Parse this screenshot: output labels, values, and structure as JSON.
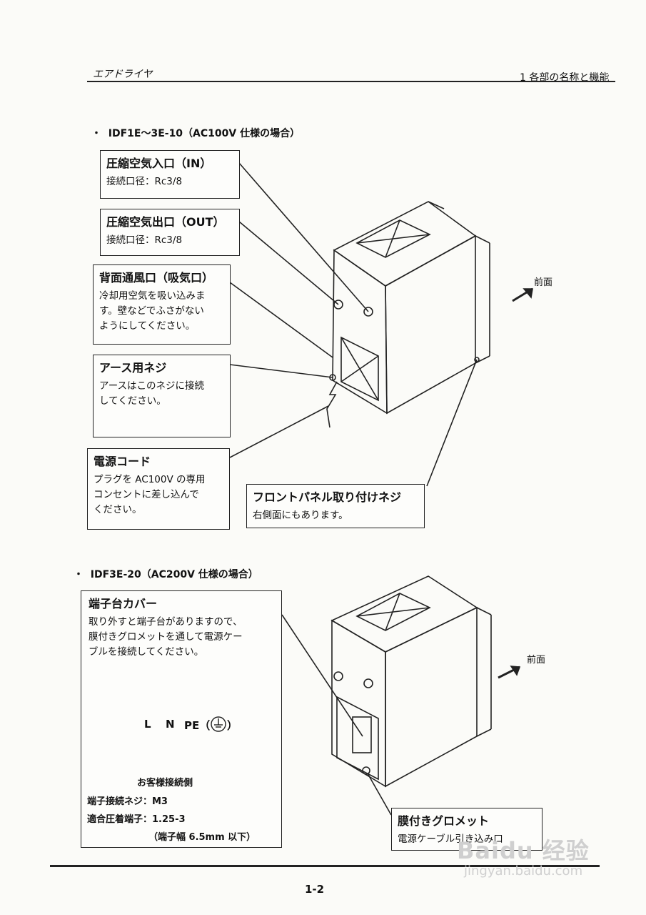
{
  "header": {
    "left": "エアドライヤ",
    "right": "1 各部の名称と機能"
  },
  "section1": {
    "title": "IDF1E～3E-10（AC100V 仕様の場合）",
    "labels": [
      {
        "title": "圧縮空気入口（IN）",
        "desc": "接続口径：Rc3/8"
      },
      {
        "title": "圧縮空気出口（OUT）",
        "desc": "接続口径：Rc3/8"
      },
      {
        "title": "背面通風口（吸気口）",
        "desc1": "冷却用空気を吸い込みま",
        "desc2": "す。壁などでふさがない",
        "desc3": "ようにしてください。"
      },
      {
        "title": "アース用ネジ",
        "desc1": "アースはこのネジに接続",
        "desc2": "してください。"
      },
      {
        "title": "電源コード",
        "desc1": "プラグを AC100V の専用",
        "desc2": "コンセントに差し込んで",
        "desc3": "ください。"
      },
      {
        "title": "フロントパネル取り付けネジ",
        "desc": "右側面にもあります。"
      }
    ],
    "front_label": "前面"
  },
  "section2": {
    "title": "IDF3E-20（AC200V 仕様の場合）",
    "cover": {
      "title": "端子台カバー",
      "desc1": "取り外すと端子台がありますので、",
      "desc2": "膜付きグロメットを通して電源ケー",
      "desc3": "ブルを接続してください。"
    },
    "terminals": {
      "l": "L",
      "n": "N",
      "pe": "PE（",
      "pe_close": "）"
    },
    "customer_side": "お客様接続側",
    "spec1": "端子接続ネジ：M3",
    "spec2": "適合圧着端子：1.25-3",
    "spec3": "（端子幅 6.5mm 以下）",
    "grommet": {
      "title": "膜付きグロメット",
      "desc": "電源ケーブル引き込み口"
    },
    "front_label": "前面"
  },
  "footer": {
    "page": "1-2"
  },
  "watermark": {
    "line1": "Baidu 经验",
    "line2": "jingyan.baidu.com"
  }
}
